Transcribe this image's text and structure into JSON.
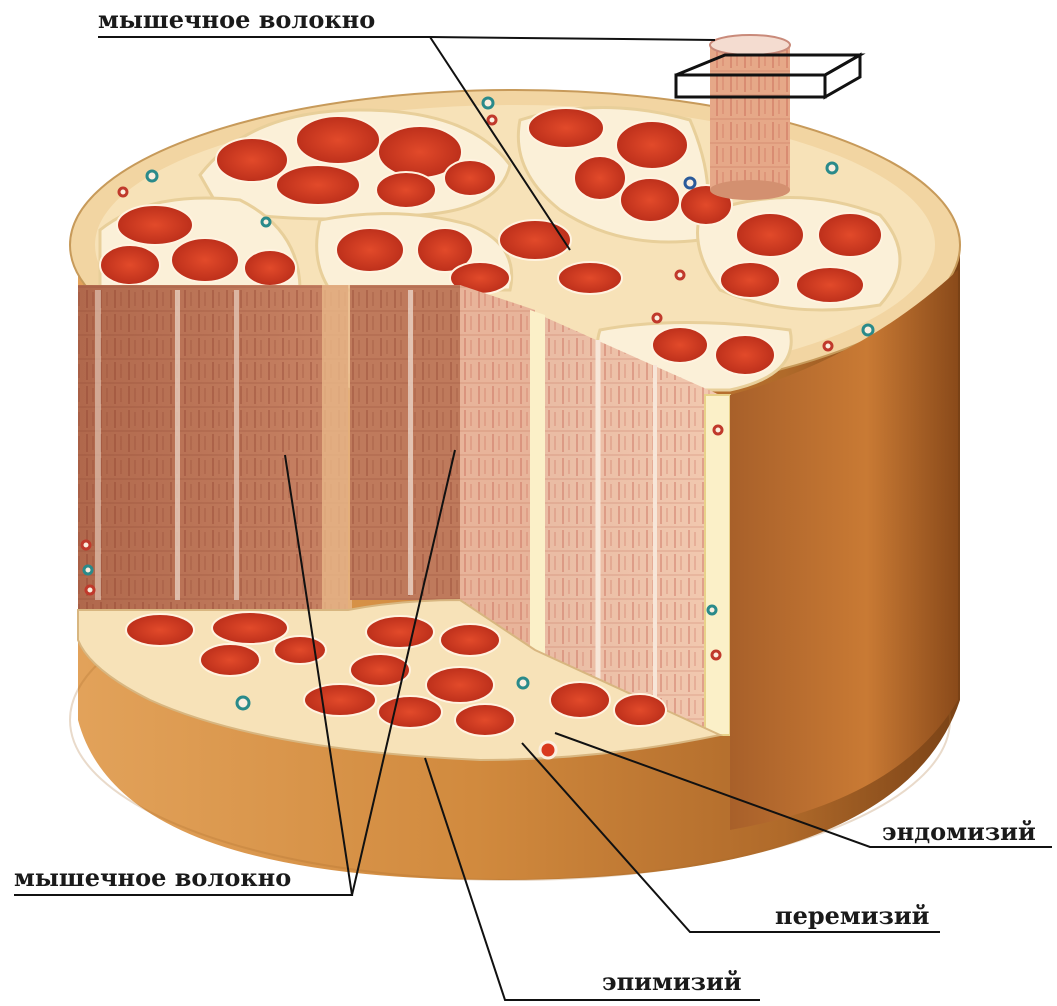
{
  "labels": {
    "muscle_fiber_top": "мышечное волокно",
    "endomysium": "эндомизий",
    "perimysium": "перемизий",
    "muscle_fiber_bottom": "мышечное волокно",
    "epimysium": "эпимизий"
  },
  "colors": {
    "fiber_red": "#d9381e",
    "fiber_red_dark": "#b3261a",
    "outer_side": "#c8782a",
    "outer_side_dark": "#8a4a1a",
    "top_surface": "#f5dcae",
    "connective_light": "#fbf3da",
    "cut_face": "#c98a6a",
    "cut_face_light": "#e8b49a",
    "line": "#1a1a1a"
  }
}
